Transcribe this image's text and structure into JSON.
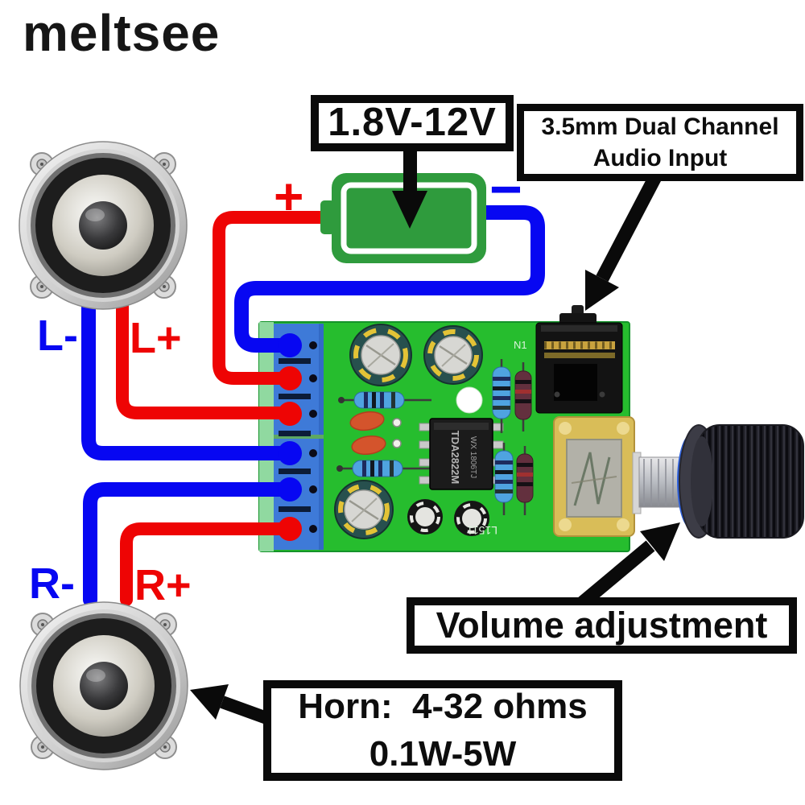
{
  "brand": "meltsee",
  "labels": {
    "power": "1.8V-12V",
    "audio_line1": "3.5mm Dual Channel",
    "audio_line2": "Audio Input",
    "volume": "Volume adjustment",
    "horn_line1": "Horn:  4-32 ohms",
    "horn_line2": "0.1W-5W"
  },
  "wire_labels": {
    "l_minus": "L-",
    "l_plus": "L+",
    "r_minus": "R-",
    "r_plus": "R+"
  },
  "battery": {
    "plus": "+",
    "minus": "−"
  },
  "pcb": {
    "ic_line1": "TDA2822M",
    "ic_line2": "WX 1806TJ",
    "silk_jack": "N1",
    "silk_board": "L1511"
  },
  "colors": {
    "red": "#ee0404",
    "blue": "#0707f2",
    "battery_green": "#2f9b3d",
    "pcb_green": "#26bd2e",
    "strip_green": "#90d9a0",
    "block_blue": "#3e7ad8",
    "ink": "#0a0a0a"
  }
}
